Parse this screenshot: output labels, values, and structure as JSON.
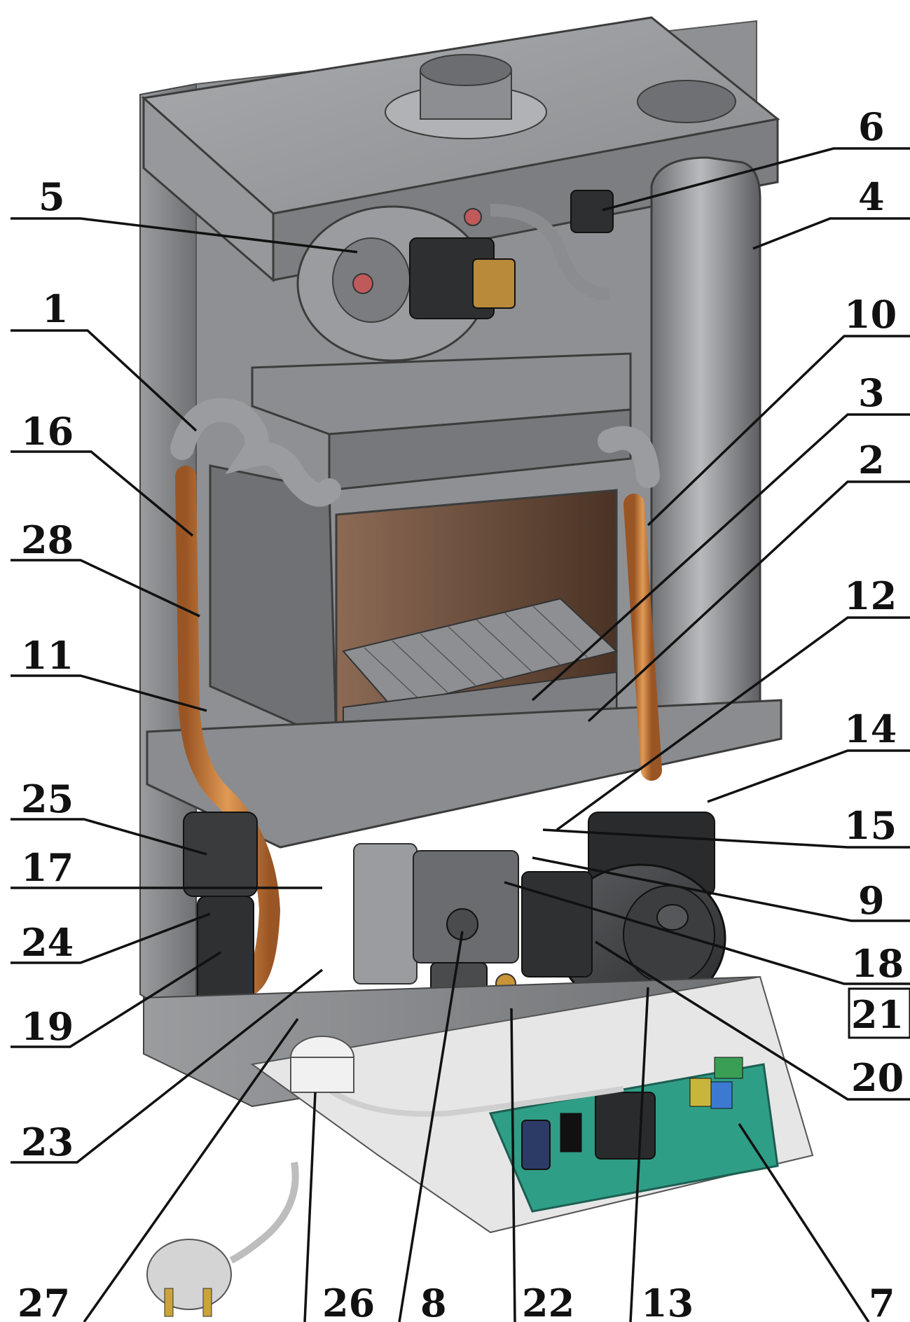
{
  "diagram": {
    "labels": [
      {
        "id": "1",
        "text": "1"
      },
      {
        "id": "2",
        "text": "2"
      },
      {
        "id": "3",
        "text": "3"
      },
      {
        "id": "4",
        "text": "4"
      },
      {
        "id": "5",
        "text": "5"
      },
      {
        "id": "6",
        "text": "6"
      },
      {
        "id": "7",
        "text": "7"
      },
      {
        "id": "8",
        "text": "8"
      },
      {
        "id": "9",
        "text": "9"
      },
      {
        "id": "10",
        "text": "10"
      },
      {
        "id": "11",
        "text": "11"
      },
      {
        "id": "12",
        "text": "12"
      },
      {
        "id": "13",
        "text": "13"
      },
      {
        "id": "14",
        "text": "14"
      },
      {
        "id": "15",
        "text": "15"
      },
      {
        "id": "16",
        "text": "16"
      },
      {
        "id": "17",
        "text": "17"
      },
      {
        "id": "18",
        "text": "18"
      },
      {
        "id": "19",
        "text": "19"
      },
      {
        "id": "20",
        "text": "20"
      },
      {
        "id": "21",
        "text": "21"
      },
      {
        "id": "22",
        "text": "22"
      },
      {
        "id": "23",
        "text": "23"
      },
      {
        "id": "24",
        "text": "24"
      },
      {
        "id": "25",
        "text": "25"
      },
      {
        "id": "26",
        "text": "26"
      },
      {
        "id": "27",
        "text": "27"
      },
      {
        "id": "28",
        "text": "28"
      }
    ]
  },
  "colors": {
    "casing": "#8d8f92",
    "casing_dark": "#5f6164",
    "copper": "#c77b3a",
    "chamber": "#7a5a45",
    "pcb": "#2f9e86",
    "tray": "#e6e6e6"
  }
}
